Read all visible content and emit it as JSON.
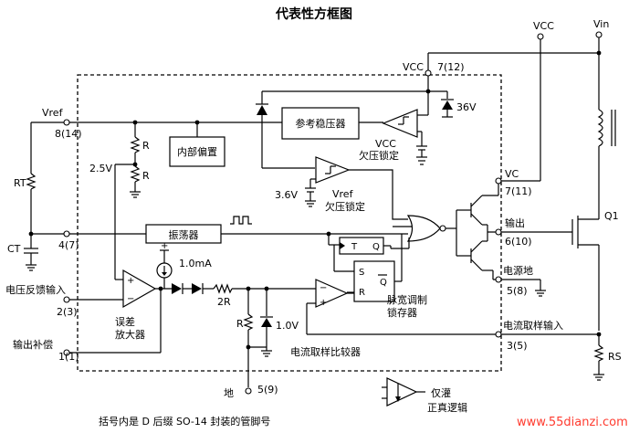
{
  "title": "代表性方框图",
  "footnote": "括号内是 D 后缀 SO-14 封装的管脚号",
  "watermark": "www.55dianzi.com",
  "supply": {
    "vcc": "VCC",
    "vin": "Vin",
    "vcc_pin": "VCC",
    "vcc_pin_no": "7(12)"
  },
  "zener_36": "36V",
  "vref": {
    "label": "Vref",
    "pin": "8(14)"
  },
  "rt": "RT",
  "ct": "CT",
  "ct_pin": "4(7)",
  "blocks": {
    "regulator": "参考稳压器",
    "bias": "内部偏置",
    "oscillator": "振荡器",
    "vcc_uvlo_a": "VCC",
    "vcc_uvlo_b": "欠压锁定",
    "vref_uvlo_a": "Vref",
    "vref_uvlo_b": "欠压锁定",
    "pwm_latch_a": "脉宽调制",
    "pwm_latch_b": "锁存器",
    "err_amp_a": "误差",
    "err_amp_b": "放大器",
    "current_comp": "电流取样比较器"
  },
  "latch": {
    "t": "T",
    "q_top": "Q",
    "s": "S",
    "r": "R",
    "q_bot": "Q"
  },
  "values": {
    "v25": "2.5V",
    "r1": "R",
    "r2": "R",
    "v36": "3.6V",
    "i1": "1.0mA",
    "r2r": "2R",
    "r3": "R",
    "v10": "1.0V"
  },
  "pins": {
    "vc_label": "VC",
    "vc_pin": "7(11)",
    "out_label": "输出",
    "out_pin": "6(10)",
    "pgnd_label": "电源地",
    "pgnd_pin": "5(8)",
    "cs_label": "电流取样输入",
    "cs_pin": "3(5)",
    "fb_label": "电压反馈输入",
    "fb_pin": "2(3)",
    "comp_label": "输出补偿",
    "comp_pin": "1(1)",
    "gnd_label": "地",
    "gnd_pin": "5(9)"
  },
  "q1": "Q1",
  "rs": "RS",
  "legend": {
    "a": "仅灌",
    "b": "正真逻辑"
  }
}
